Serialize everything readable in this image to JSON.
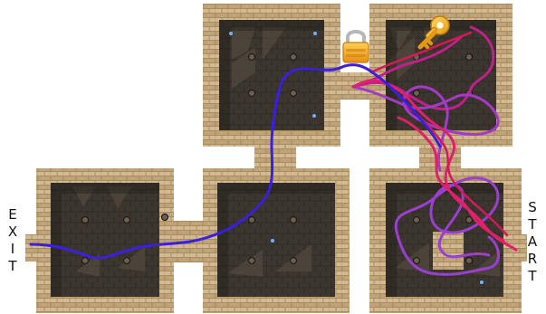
{
  "labels": {
    "exit": [
      "E",
      "X",
      "I",
      "T"
    ],
    "start": [
      "S",
      "T",
      "A",
      "R",
      "T"
    ]
  },
  "rooms": [
    {
      "id": "room-top-middle"
    },
    {
      "id": "room-top-right"
    },
    {
      "id": "room-bottom-left"
    },
    {
      "id": "room-bottom-middle"
    },
    {
      "id": "room-bottom-right"
    }
  ],
  "items": {
    "key": "key-icon",
    "lock": "padlock-icon"
  },
  "colors": {
    "sandstone": "#c7ab82",
    "sandstone_dark": "#9c8258",
    "floor": "#3c362e",
    "floor_shadow": "#2a2621",
    "path_exit": "#3a1fe0",
    "path_violet": "#9a3fd0",
    "path_magenta": "#c0208c",
    "path_pink": "#e0206a",
    "key_gold": "#f3b41b",
    "lock_gold": "#f2a51f"
  }
}
